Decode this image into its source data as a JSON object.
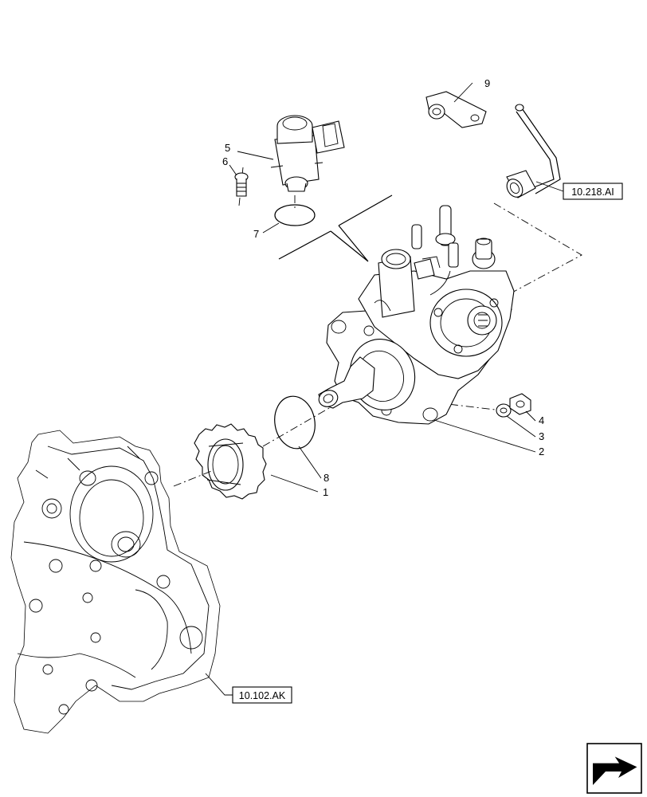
{
  "callouts": [
    {
      "id": "c1",
      "text": "1"
    },
    {
      "id": "c2",
      "text": "2"
    },
    {
      "id": "c3",
      "text": "3"
    },
    {
      "id": "c4",
      "text": "4"
    },
    {
      "id": "c5",
      "text": "5"
    },
    {
      "id": "c6",
      "text": "6"
    },
    {
      "id": "c7",
      "text": "7"
    },
    {
      "id": "c8",
      "text": "8"
    },
    {
      "id": "c9",
      "text": "9"
    }
  ],
  "references": {
    "fuel_line": "10.218.AI",
    "timing_cover": "10.102.AK"
  },
  "icons": {
    "nav": "next-page-arrow-icon"
  }
}
